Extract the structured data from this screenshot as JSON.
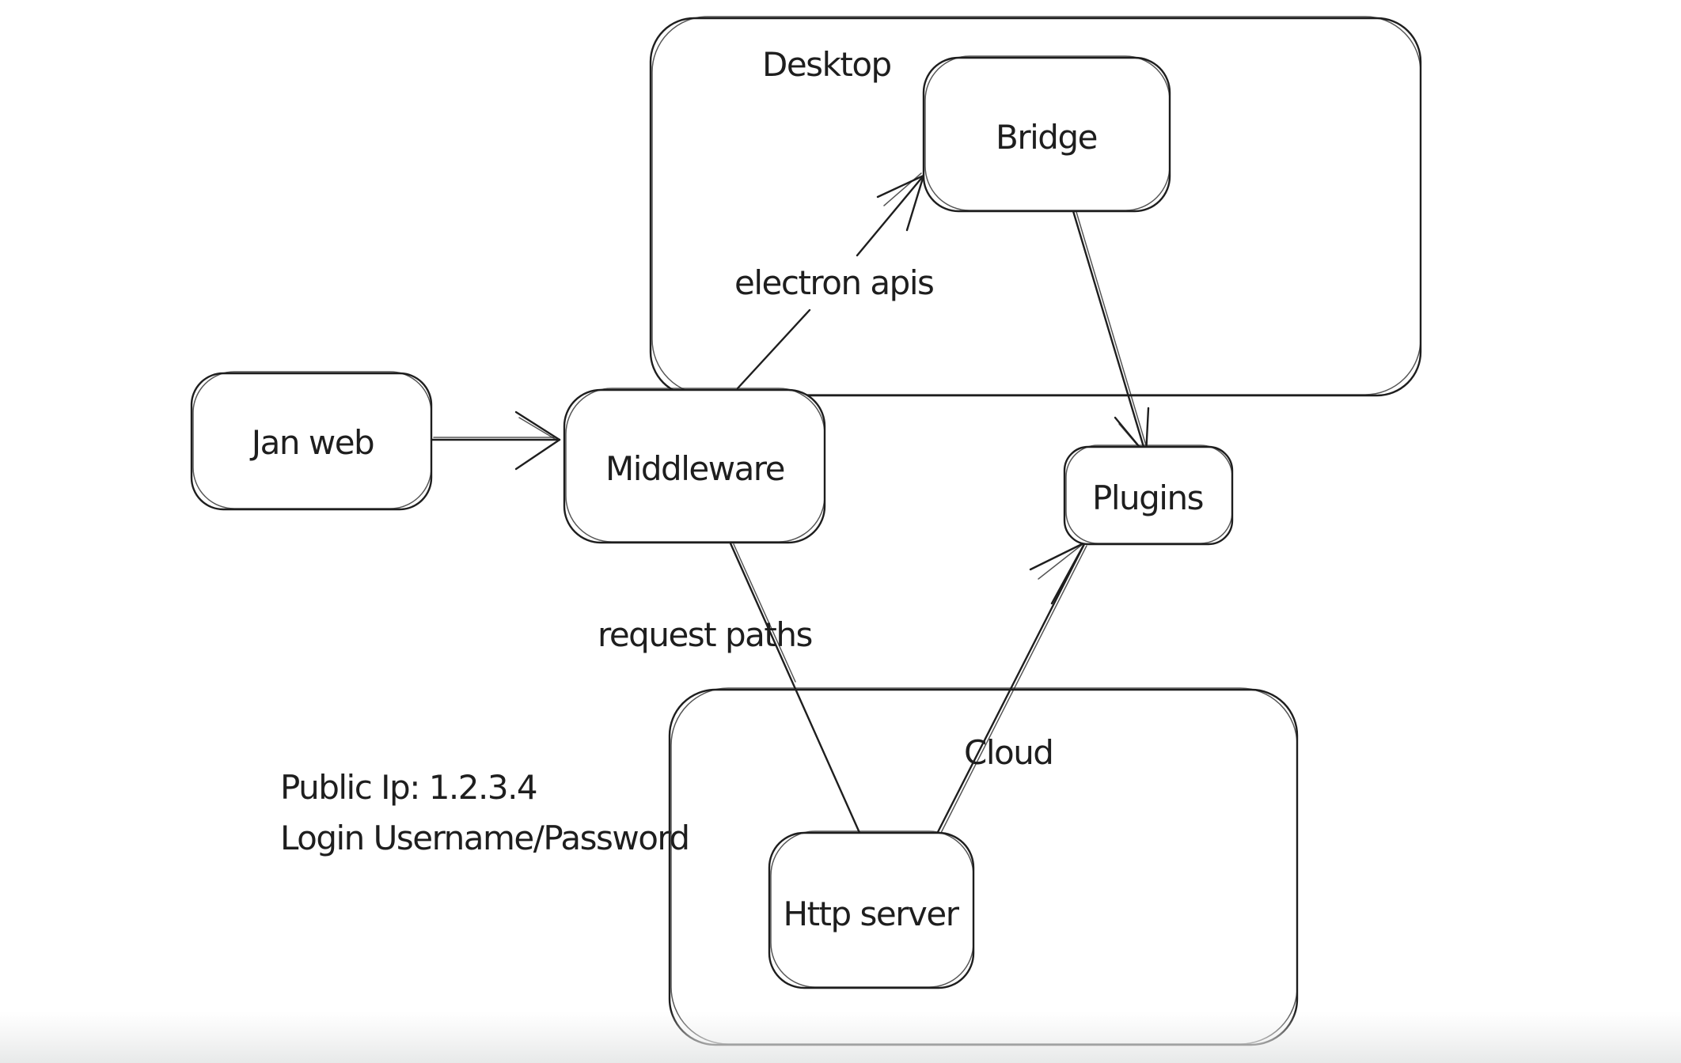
{
  "canvas": {
    "background_color": "#ffffff",
    "stroke_color": "#1e1e1e",
    "bottom_fade_color": "#ededed"
  },
  "containers": [
    {
      "id": "desktop",
      "label": "Desktop"
    },
    {
      "id": "cloud",
      "label": "Cloud"
    }
  ],
  "nodes": [
    {
      "id": "jan-web",
      "label": "Jan web"
    },
    {
      "id": "middleware",
      "label": "Middleware"
    },
    {
      "id": "bridge",
      "label": "Bridge"
    },
    {
      "id": "plugins",
      "label": "Plugins"
    },
    {
      "id": "http-server",
      "label": "Http server"
    }
  ],
  "edges": [
    {
      "id": "janweb-to-middleware",
      "from": "Jan web",
      "to": "Middleware",
      "label": ""
    },
    {
      "id": "middleware-to-bridge",
      "from": "Middleware",
      "to": "Bridge",
      "label": "electron apis"
    },
    {
      "id": "bridge-to-plugins",
      "from": "Bridge",
      "to": "Plugins",
      "label": ""
    },
    {
      "id": "middleware-to-httpserver",
      "from": "Middleware",
      "to": "Http server",
      "label": "request paths"
    },
    {
      "id": "httpserver-to-plugins",
      "from": "Http server",
      "to": "Plugins",
      "label": ""
    }
  ],
  "annotations": [
    {
      "id": "public-ip",
      "text": "Public Ip: 1.2.3.4"
    },
    {
      "id": "login",
      "text": "Login Username/Password"
    }
  ]
}
